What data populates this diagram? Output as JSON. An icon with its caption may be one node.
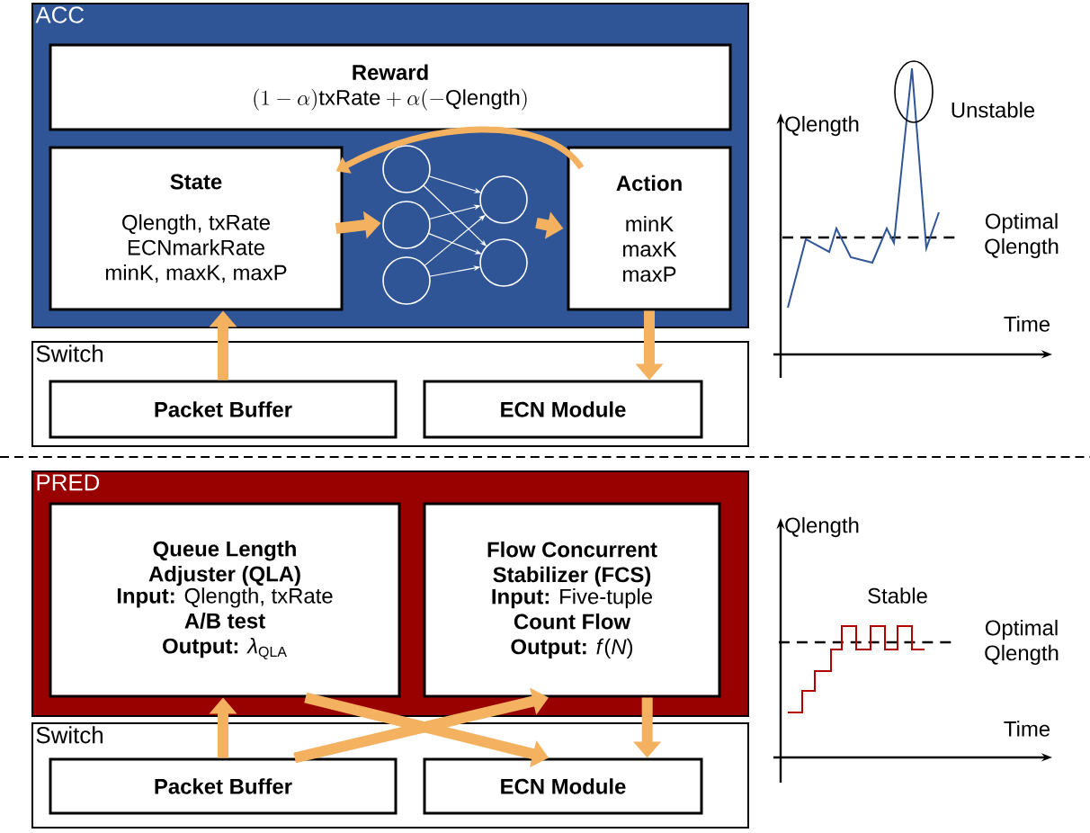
{
  "diagram": {
    "nodes": [
      {
        "text": [
          "ACC"
        ]
      },
      {
        "text": [
          "Reward",
          "(1-\\alpha)\\mathrm{txRate}+\\alpha(-\\mathrm{Qlength})"
        ],
        "in": 0
      },
      {
        "text": [
          "State",
          "Qlength, txRate ECNmarkRate minK, maxK, maxP"
        ],
        "in": 0
      },
      {
        "text": [],
        "shape": "picture",
        "in": 0
      },
      {
        "text": [
          "Action",
          "minK maxK maxP"
        ],
        "in": 0
      },
      {
        "text": [
          "Switch"
        ]
      },
      {
        "text": [
          "Packet Buffer"
        ],
        "in": 5
      },
      {
        "text": [
          "ECN Module"
        ],
        "in": 5
      },
      {
        "text": [
          "PRED"
        ]
      },
      {
        "text": [
          "Queue Length Adjuster (QLA)",
          "**Input:** Qlength, txRate",
          "A/B test",
          "**Output:** *λ*$_{QLA}$"
        ],
        "in": 8
      },
      {
        "text": [
          "Flow Concurrent Stabilizer (FCS)",
          "**Input:** Five-tuple",
          "Count Flow",
          "**Output:** *f*(*N*)"
        ],
        "in": 8
      },
      {
        "text": [
          "Switch"
        ]
      },
      {
        "text": [
          "Packet Buffer"
        ],
        "in": 11
      },
      {
        "text": [
          "ECN Module"
        ],
        "in": 11
      }
    ],
    "edges": [
      {
        "from": 6,
        "to": 2,
        "arrow": "to"
      },
      {
        "from": 2,
        "to": 3,
        "arrow": "to"
      },
      {
        "from": 3,
        "to": 4,
        "arrow": "to"
      },
      {
        "from": 4,
        "to": 2,
        "arrow": "to"
      },
      {
        "from": 4,
        "to": 7,
        "arrow": "to"
      },
      {
        "from": 12,
        "to": 9,
        "arrow": "to"
      },
      {
        "from": 12,
        "to": 10,
        "arrow": "to"
      },
      {
        "from": 9,
        "to": 13,
        "arrow": "to"
      },
      {
        "from": 10,
        "to": 13,
        "arrow": "to"
      }
    ],
    "labels": [
      "Qlength",
      "Unstable",
      "Optimal Qlength",
      "Time",
      "Qlength",
      "Stable",
      "Optimal Qlength",
      "Time"
    ]
  }
}
